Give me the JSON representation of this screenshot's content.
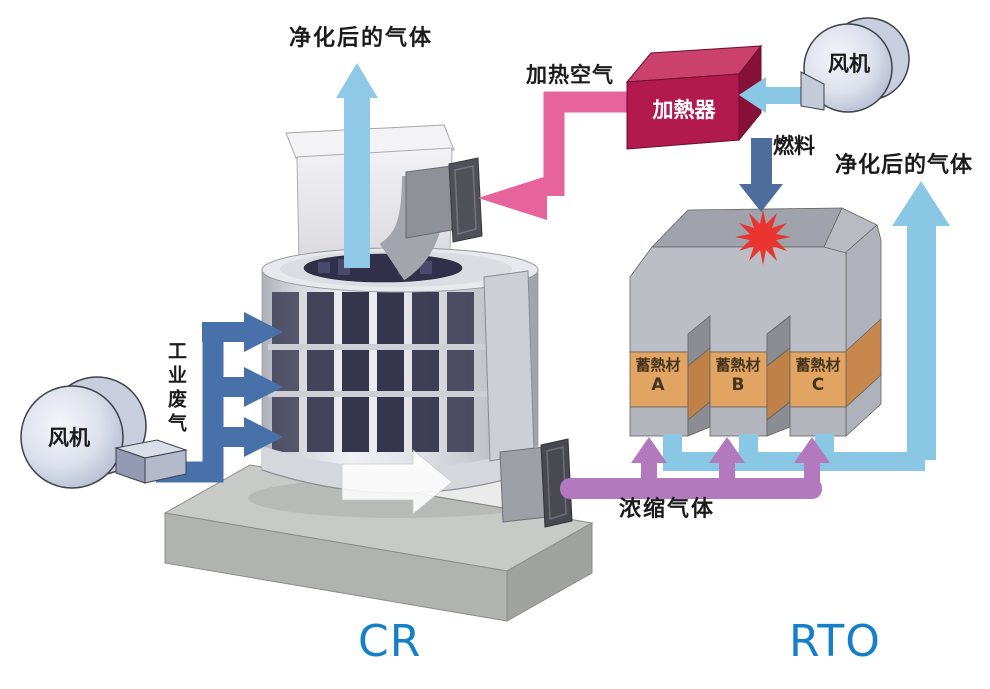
{
  "diagram": {
    "left_unit": {
      "name": "CR",
      "top_outlet_label": "净化后的气体",
      "inlet_label": "工业废气",
      "fan_label": "风机"
    },
    "right_unit": {
      "name": "RTO",
      "outlet_label": "净化后的气体",
      "fuel_label": "燃料",
      "heat_storage_units": [
        {
          "material": "蓄熱材",
          "id": "A"
        },
        {
          "material": "蓄熱材",
          "id": "B"
        },
        {
          "material": "蓄熱材",
          "id": "C"
        }
      ]
    },
    "heater": {
      "label": "加熱器",
      "inlet_air_label": "加热空气",
      "fan_label": "风机"
    },
    "concentrated_gas_label": "浓缩气体",
    "colors": {
      "purified_gas_blue": "#8AC7E5",
      "waste_gas_steel_blue": "#4971A9",
      "heated_air_pink": "#E7639B",
      "concentrated_gas_purple": "#B279BF",
      "heater_red": "#B21A4E",
      "flame_red": "#E93430",
      "unit_label_blue": "#1580C8"
    }
  }
}
